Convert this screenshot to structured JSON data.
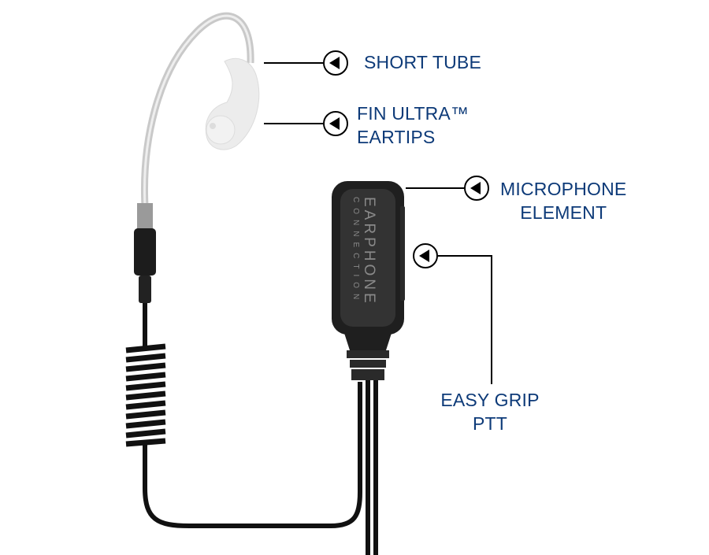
{
  "labels": {
    "short_tube": "SHORT TUBE",
    "eartips_line1": "FIN ULTRA™",
    "eartips_line2": "EARTIPS",
    "mic_line1": "MICROPHONE",
    "mic_line2": "ELEMENT",
    "ptt_line1": "EASY GRIP",
    "ptt_line2": "PTT"
  },
  "logo": {
    "line1": "EARPHONE",
    "line2": "CONNECTION"
  },
  "colors": {
    "label": "#0d3a78",
    "callout": "#000000",
    "body": "#2a2a2a"
  }
}
